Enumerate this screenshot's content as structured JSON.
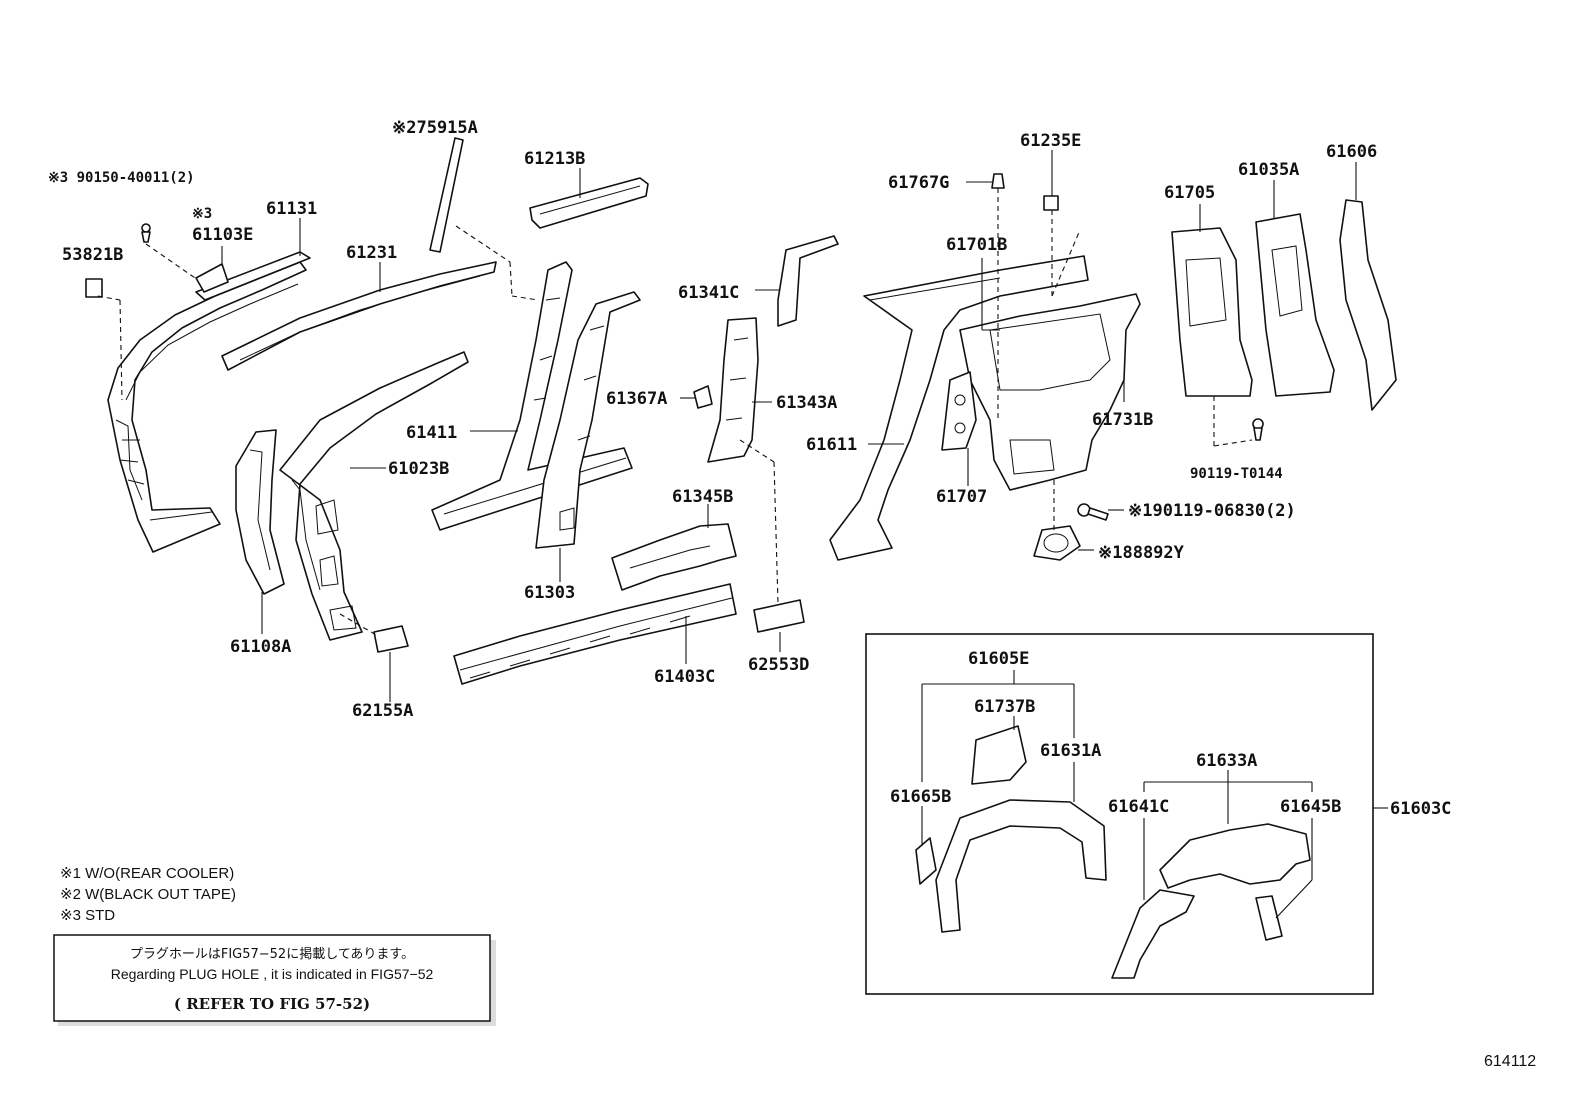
{
  "labels": {
    "p75915A": "※275915A",
    "p90150": "※3 90150-40011(2)",
    "p61103E_mark": "※3",
    "p61103E": "61103E",
    "p61131": "61131",
    "p53821B": "53821B",
    "p61231": "61231",
    "p61213B": "61213B",
    "p61341C": "61341C",
    "p61367A": "61367A",
    "p61343A": "61343A",
    "p61411": "61411",
    "p61023B": "61023B",
    "p61108A": "61108A",
    "p62155A": "62155A",
    "p61303": "61303",
    "p61345B": "61345B",
    "p61403C": "61403C",
    "p62553D": "62553D",
    "p61767G": "61767G",
    "p61235E": "61235E",
    "p61701B": "61701B",
    "p61611": "61611",
    "p61707": "61707",
    "p61731B": "61731B",
    "p61705": "61705",
    "p61035A": "61035A",
    "p61606": "61606",
    "p90119T": "90119-T0144",
    "p90119": "※190119-06830(2)",
    "p88892": "※188892Y",
    "p61605E": "61605E",
    "p61737B": "61737B",
    "p61631A": "61631A",
    "p61665B": "61665B",
    "p61633A": "61633A",
    "p61641C": "61641C",
    "p61645B": "61645B",
    "p61603C": "61603C"
  },
  "legend": {
    "n1": "※1  W/O(REAR COOLER)",
    "n2": "※2  W(BLACK OUT TAPE)",
    "n3": "※3  STD"
  },
  "notebox": {
    "jp": "プラグホールはFIG57−52に掲載してあります。",
    "en": "Regarding PLUG HOLE , it is indicated in FIG57−52",
    "ref": "(   REFER TO FIG 57-52)"
  },
  "figure_number": "614112"
}
